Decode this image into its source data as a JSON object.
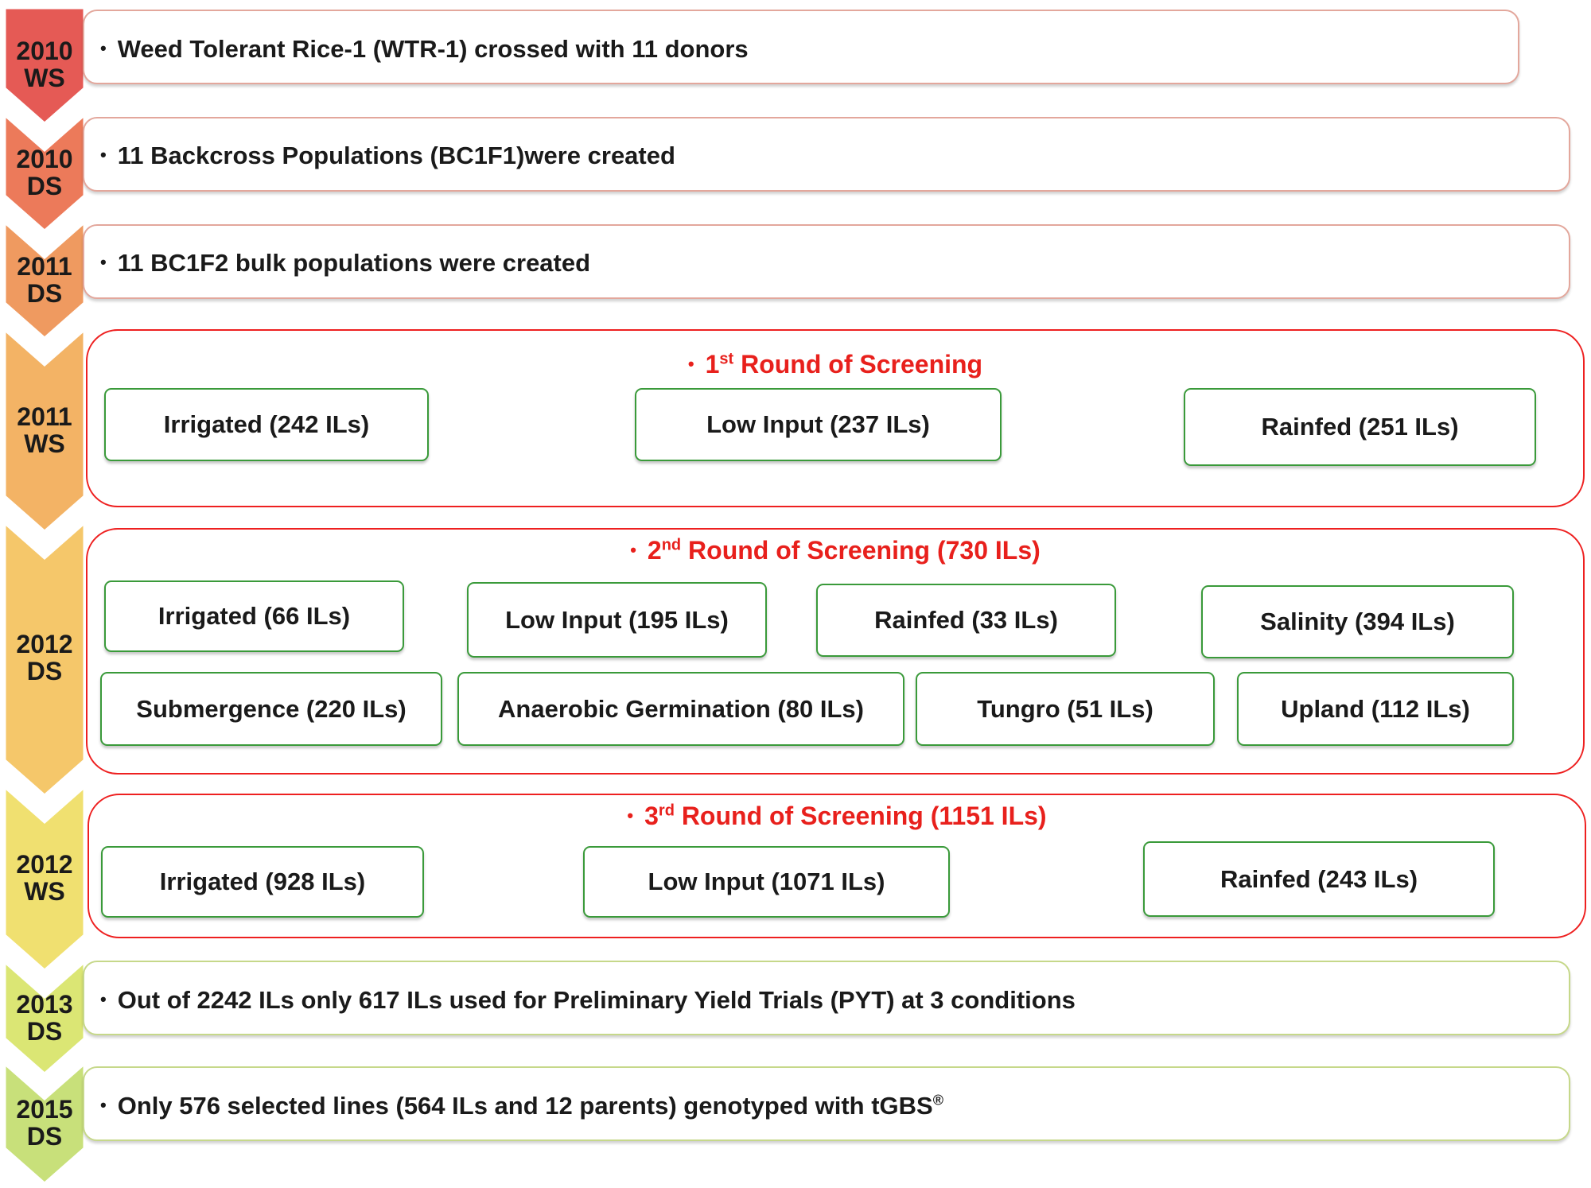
{
  "stages": [
    {
      "year": "2010",
      "season": "WS",
      "text": "Weed Tolerant Rice-1 (WTR-1) crossed with 11 donors",
      "color": "#e55a55"
    },
    {
      "year": "2010",
      "season": "DS",
      "text": "11 Backcross Populations (BC1F1)were created",
      "color": "#ec7a5a"
    },
    {
      "year": "2011",
      "season": "DS",
      "text": "11 BC1F2 bulk populations were created",
      "color": "#ef9a60"
    },
    {
      "year": "2011",
      "season": "WS",
      "color": "#f3b365"
    },
    {
      "year": "2012",
      "season": "DS",
      "color": "#f5c76a"
    },
    {
      "year": "2012",
      "season": "WS",
      "color": "#f0e070"
    },
    {
      "year": "2013",
      "season": "DS",
      "text": "Out of 2242 ILs only 617 ILs used for Preliminary Yield Trials (PYT) at 3 conditions",
      "color": "#dbe674"
    },
    {
      "year": "2015",
      "season": "DS",
      "text": "Only 576 selected lines (564 ILs and 12 parents) genotyped with tGBS",
      "text_mark": "®",
      "color": "#c8e07a"
    }
  ],
  "rounds": [
    {
      "num": "1",
      "suffix": "st",
      "title": "Round of Screening",
      "boxes": [
        "Irrigated (242 ILs)",
        "Low Input (237 ILs)",
        "Rainfed (251 ILs)"
      ]
    },
    {
      "num": "2",
      "suffix": "nd",
      "title": "Round of Screening (730 ILs)",
      "boxes": [
        "Irrigated (66 ILs)",
        "Low Input (195 ILs)",
        "Rainfed (33 ILs)",
        "Salinity (394 ILs)",
        "Submergence (220 ILs)",
        "Anaerobic Germination (80 ILs)",
        "Tungro (51 ILs)",
        "Upland (112 ILs)"
      ]
    },
    {
      "num": "3",
      "suffix": "rd",
      "title": "Round of Screening (1151 ILs)",
      "boxes": [
        "Irrigated (928 ILs)",
        "Low Input (1071 ILs)",
        "Rainfed (243 ILs)"
      ]
    }
  ],
  "bullet": "•"
}
